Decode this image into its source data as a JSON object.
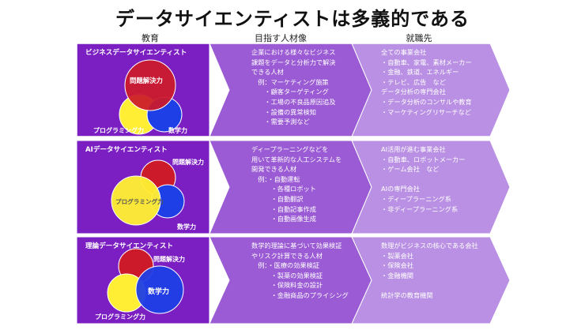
{
  "title": "データサイエンティストは多義的である",
  "columns": {
    "education": "教育",
    "talent": "目指す人材像",
    "career": "就職先"
  },
  "colors": {
    "row_dark": "#7b1fc2",
    "row_mid": "#9a5bd4",
    "row_light": "#b990e3",
    "circle_red": "#cc1a2a",
    "circle_yellow": "#ffee33",
    "circle_blue": "#1f3fe6"
  },
  "rows": [
    {
      "title": "ビジネスデータサイエンティスト",
      "venn": {
        "problem": "問題解決力",
        "programming": "プログラミング力",
        "math": "数学力"
      },
      "talent": [
        "企業における様々なビジネス",
        "課題をデータと分析力で解決",
        "できる人材",
        "　例：マーケティング施策",
        "　　・顧客ターゲティング",
        "　　・工場の不良品原因追及",
        "　　・設備の異常検知",
        "　　・需要予測など"
      ],
      "career": [
        "全ての事業会社",
        "・自動車、家電、素材メーカー",
        "・金融、鉄道、エネルギー",
        "・テレビ、広告　など",
        "データ分析の専門会社",
        "・データ分析のコンサルや教育",
        "・マーケティングリサーチなど"
      ]
    },
    {
      "title": "AIデータサイエンティスト",
      "venn": {
        "problem": "問題解決力",
        "programming": "プログラミング力",
        "math": "数学力"
      },
      "talent": [
        "ディープラーニングなどを",
        "用いて革新的な人工システムを",
        "開発できる人材",
        "　例：・自動運転",
        "　　　・各種ロボット",
        "　　　・自動翻訳",
        "　　　・自動記事作成",
        "　　　・自動画像生成"
      ],
      "career": [
        "AI活用が進む事業会社",
        "・自動車、ロボットメーカー",
        "・ゲーム会社　など",
        "",
        "AIの専門会社",
        "・ディープラーニング系",
        "・非ディープラーニング系"
      ]
    },
    {
      "title": "理論データサイエンティスト",
      "venn": {
        "problem": "問題解決力",
        "programming": "プログラミング力",
        "math": "数学力"
      },
      "talent": [
        "数学的理論に基づいて効果検証",
        "やリスク計算できる人材",
        "　例：・医療の効果検証",
        "　　　・製薬の効果検証",
        "　　　・保険料金の設計",
        "　　　・金融商品のプライシング"
      ],
      "career": [
        "数理がビジネスの核心である会社",
        "・製薬会社",
        "・保険会社",
        "・金融機関",
        "",
        "統計学の教育機関"
      ]
    }
  ]
}
